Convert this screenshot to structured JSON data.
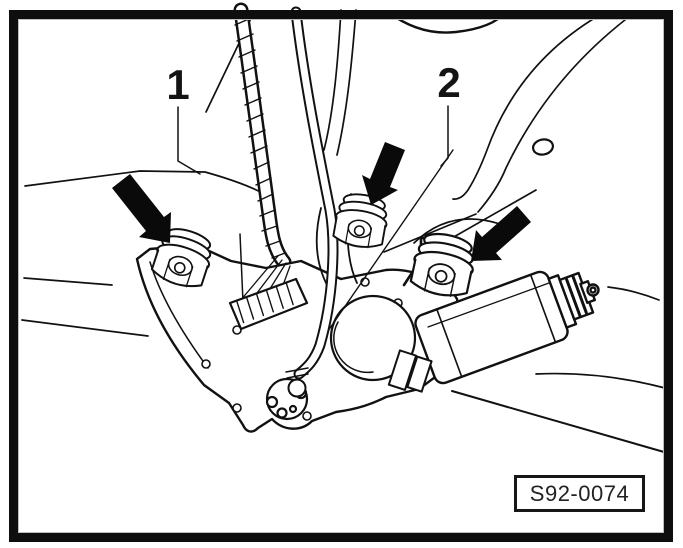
{
  "figure": {
    "callouts": [
      {
        "text": "1"
      },
      {
        "text": "2"
      }
    ],
    "reference_code": "S92-0074",
    "icons": [
      "fixing-arrow-left-icon",
      "fixing-arrow-middle-icon",
      "fixing-arrow-right-icon"
    ],
    "colors": {
      "ink": "#111111",
      "paper": "#ffffff",
      "arrow_fill": "#0a0a0a",
      "frame": "#0e0e0e"
    }
  }
}
